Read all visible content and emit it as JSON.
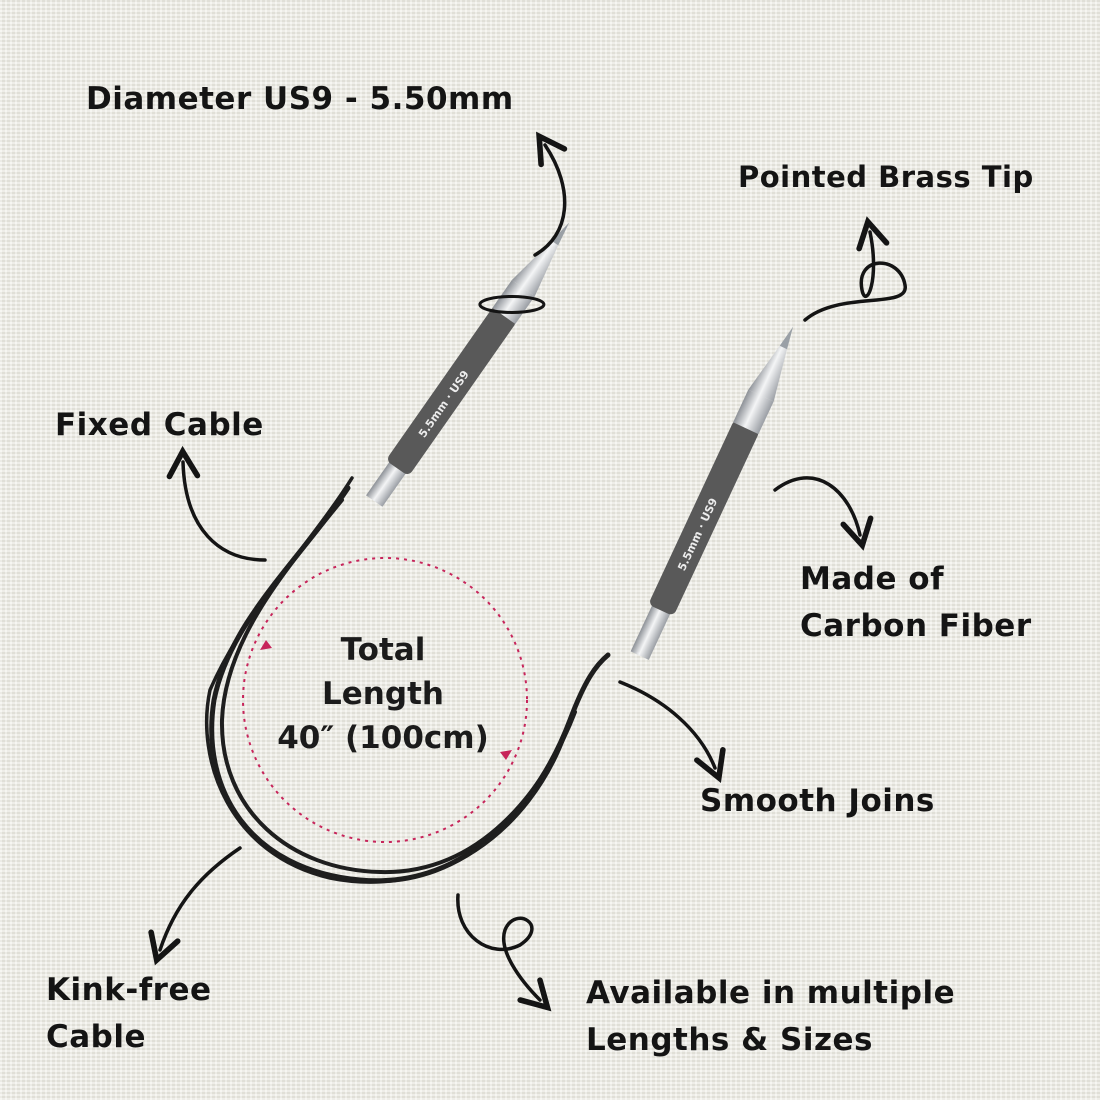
{
  "colors": {
    "background": "#ecebe3",
    "text": "#141414",
    "cable": "#1e1e1e",
    "needle_body": "#595959",
    "metal": "#c9ccd0",
    "dotted_circle": "#c7245a"
  },
  "labels": {
    "diameter": "Diameter US9 - 5.50mm",
    "brass_tip": "Pointed Brass Tip",
    "fixed_cable": "Fixed Cable",
    "carbon_fiber": "Made of\nCarbon Fiber",
    "total_length": "Total\nLength\n40″ (100cm)",
    "smooth_joins": "Smooth Joins",
    "kink_free": "Kink-free\nCable",
    "available": "Available in multiple\nLengths & Sizes"
  },
  "needle_marking": {
    "left": "5.5mm · US9",
    "right": "5.5mm · US9"
  },
  "icons": [
    "curved-arrow-icon",
    "loop-arrow-icon",
    "circular-arrow-icon"
  ]
}
